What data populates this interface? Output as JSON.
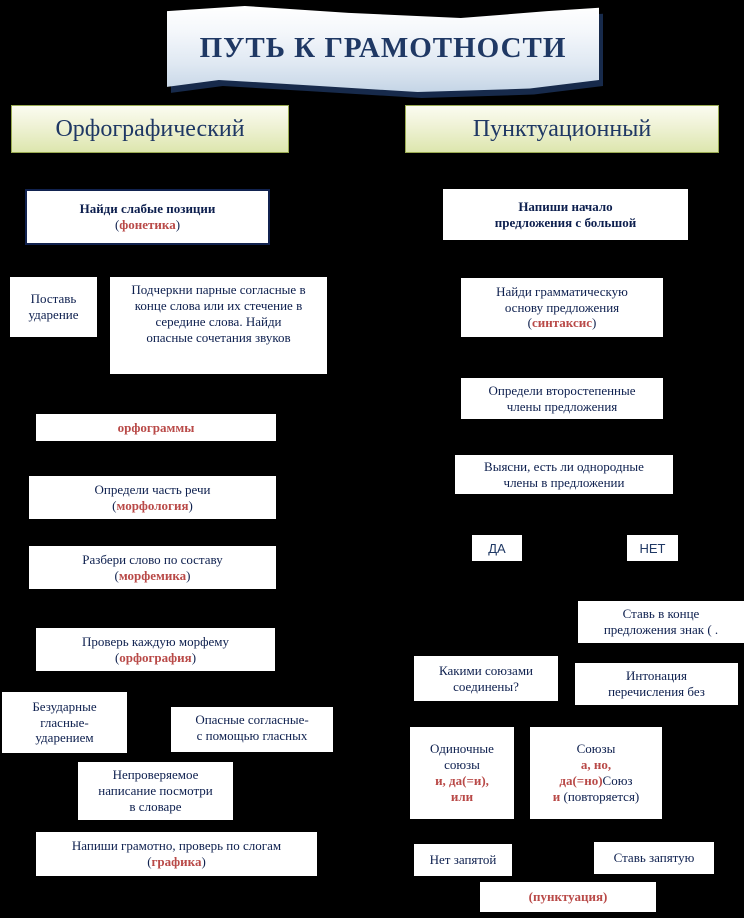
{
  "slide": {
    "background_color": "#000000",
    "title": "ПУТЬ К ГРАМОТНОСТИ",
    "title_color": "#1f3864",
    "accent_red": "#b94a48",
    "accent_blue": "#11224f",
    "header_plate_color": "#dde6ae"
  },
  "columns": {
    "left": {
      "header": "Орфографический"
    },
    "right": {
      "header": "Пунктуационный"
    }
  },
  "left_steps": [
    {
      "id": "find-weak-positions",
      "line1": "Найди слабые позиции",
      "term": "фонетика"
    },
    {
      "id": "put-stress",
      "line1": "Поставь",
      "line2": "ударение"
    },
    {
      "id": "underline-paired-consonants",
      "line1": "Подчеркни парные согласные в",
      "line2": "конце слова или их стечение в",
      "line3": "середине слова. Найди",
      "line4": "опасные сочетания звуков"
    },
    {
      "id": "orfogrammy",
      "term": "орфограммы"
    },
    {
      "id": "part-of-speech",
      "line1": "Определи часть речи",
      "term": "морфология"
    },
    {
      "id": "parse-by-composition",
      "line1": "Разбери слово по составу",
      "term": "морфемика"
    },
    {
      "id": "check-each-morpheme",
      "line1": "Проверь каждую  морфему",
      "term": "орфография"
    },
    {
      "id": "unstressed-vowels",
      "line1": "Безударные",
      "line2": "гласные-",
      "line3": "ударением"
    },
    {
      "id": "dangerous-consonants",
      "line1": "Опасные согласные-",
      "line2": "с помощью гласных"
    },
    {
      "id": "uncheckable-spelling",
      "line1": "Непроверяемое",
      "line2": "написание посмотри",
      "line3": "в словаре"
    },
    {
      "id": "write-correctly",
      "line1": "Напиши грамотно, проверь по слогам",
      "term": "графика"
    }
  ],
  "right_steps": [
    {
      "id": "capital-letter-start",
      "line1": "Напиши начало",
      "line2": "предложения с большой"
    },
    {
      "id": "grammatical-basis",
      "line1": "Найди грамматическую",
      "line2": "основу предложения",
      "term": "синтаксис"
    },
    {
      "id": "secondary-members",
      "line1": "Определи второстепенные",
      "line2": "члены предложения"
    },
    {
      "id": "homogeneous-members",
      "line1": "Выясни, есть ли однородные",
      "line2": "члены в предложении"
    },
    {
      "id": "branch-yes",
      "label": "ДА"
    },
    {
      "id": "branch-no",
      "label": "НЕТ"
    },
    {
      "id": "end-of-sentence-mark",
      "line1": "Ставь в конце",
      "line2": "предложения знак ( ."
    },
    {
      "id": "which-conjunctions",
      "line1": "Какими союзами",
      "line2": "соединены?"
    },
    {
      "id": "intonation",
      "line1": "Интонация",
      "line2": "перечисления без"
    },
    {
      "id": "single-conjunctions",
      "line1": "Одиночные",
      "line2": "союзы",
      "term1": "и, да(=и),",
      "term2": "или"
    },
    {
      "id": "conjunctions-group",
      "line1": "Союзы",
      "term1": "а, но,",
      "term2": "да(=но)",
      "tail1": "Союз",
      "term3": "и",
      "tail2": " (повторяется)"
    },
    {
      "id": "no-comma",
      "line1": "Нет запятой"
    },
    {
      "id": "put-comma",
      "line1": "Ставь запятую"
    },
    {
      "id": "punctuation",
      "term": "(пунктуация)"
    }
  ]
}
